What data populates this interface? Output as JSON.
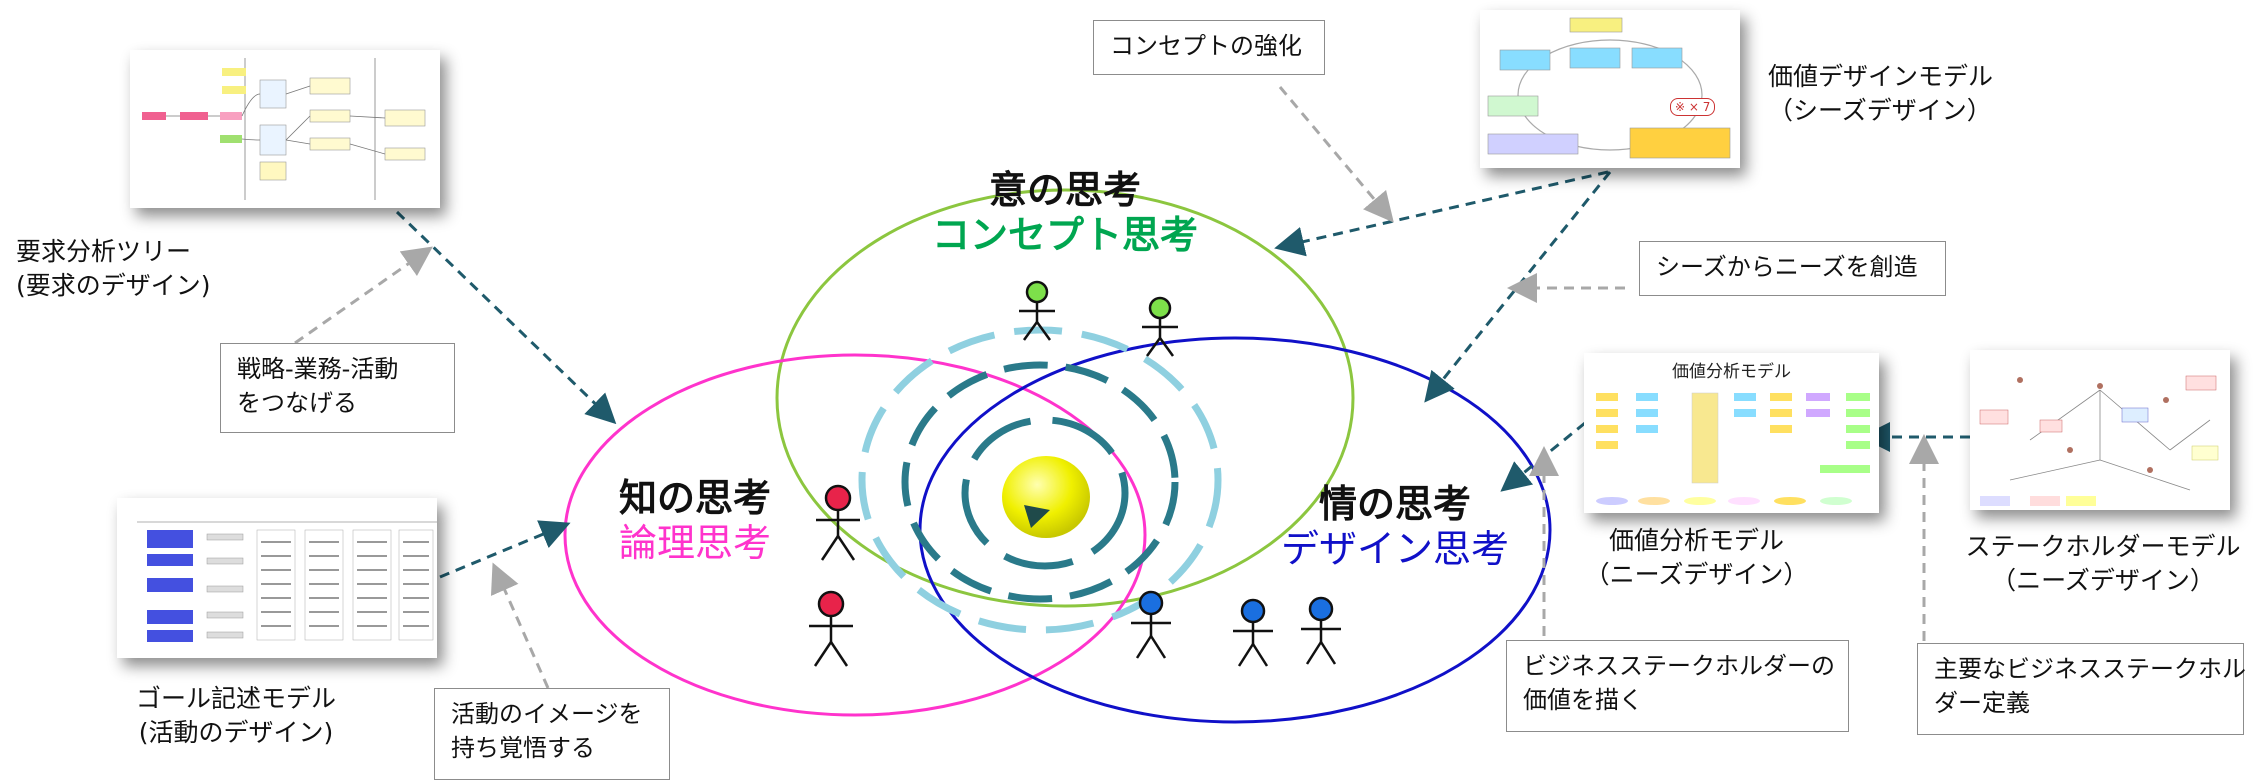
{
  "colors": {
    "green": "#8cc63f",
    "magenta": "#ff33cc",
    "blue": "#1010c8",
    "arrow_dark": "#1f5a6b",
    "arrow_gray": "#a8a8a8",
    "ring_dark": "#2a7a8a",
    "ring_light": "#8fd0e0",
    "core": "#f0f000"
  },
  "circles": {
    "top": {
      "title": "意の思考",
      "subtitle": "コンセプト思考",
      "subtitle_color": "#00a650"
    },
    "left": {
      "title": "知の思考",
      "subtitle": "論理思考",
      "subtitle_color": "#ff33cc"
    },
    "right": {
      "title": "情の思考",
      "subtitle": "デザイン思考",
      "subtitle_color": "#1010c8"
    }
  },
  "figures": [
    {
      "name": "green",
      "color": "#7de04a"
    },
    {
      "name": "red",
      "color": "#e8234a"
    },
    {
      "name": "blue",
      "color": "#1a6fe0"
    }
  ],
  "models": {
    "requirement_tree": {
      "line1": "要求分析ツリー",
      "line2": "(要求のデザイン)"
    },
    "goal_model": {
      "line1": "ゴール記述モデル",
      "line2": "(活動のデザイン)"
    },
    "value_design": {
      "line1": "価値デザインモデル",
      "line2": "（シーズデザイン）",
      "mult": "※ × 7"
    },
    "value_analysis": {
      "line1": "価値分析モデル",
      "line2": "（ニーズデザイン）",
      "thumb_title": "価値分析モデル"
    },
    "stakeholder": {
      "line1": "ステークホルダーモデル",
      "line2": "（ニーズデザイン）"
    }
  },
  "callouts": {
    "strategy": {
      "line1": "戦略-業務-活動",
      "line2": "をつなげる"
    },
    "activity_image": {
      "line1": "活動のイメージを",
      "line2": "持ち覚悟する"
    },
    "concept": "コンセプトの強化",
    "seeds": "シーズからニーズを創造",
    "biz_value": {
      "line1": "ビジネスステークホルダーの",
      "line2": "価値を描く"
    },
    "main_sh": {
      "line1": "主要なビジネスステークホル",
      "line2": "ダー定義"
    }
  }
}
